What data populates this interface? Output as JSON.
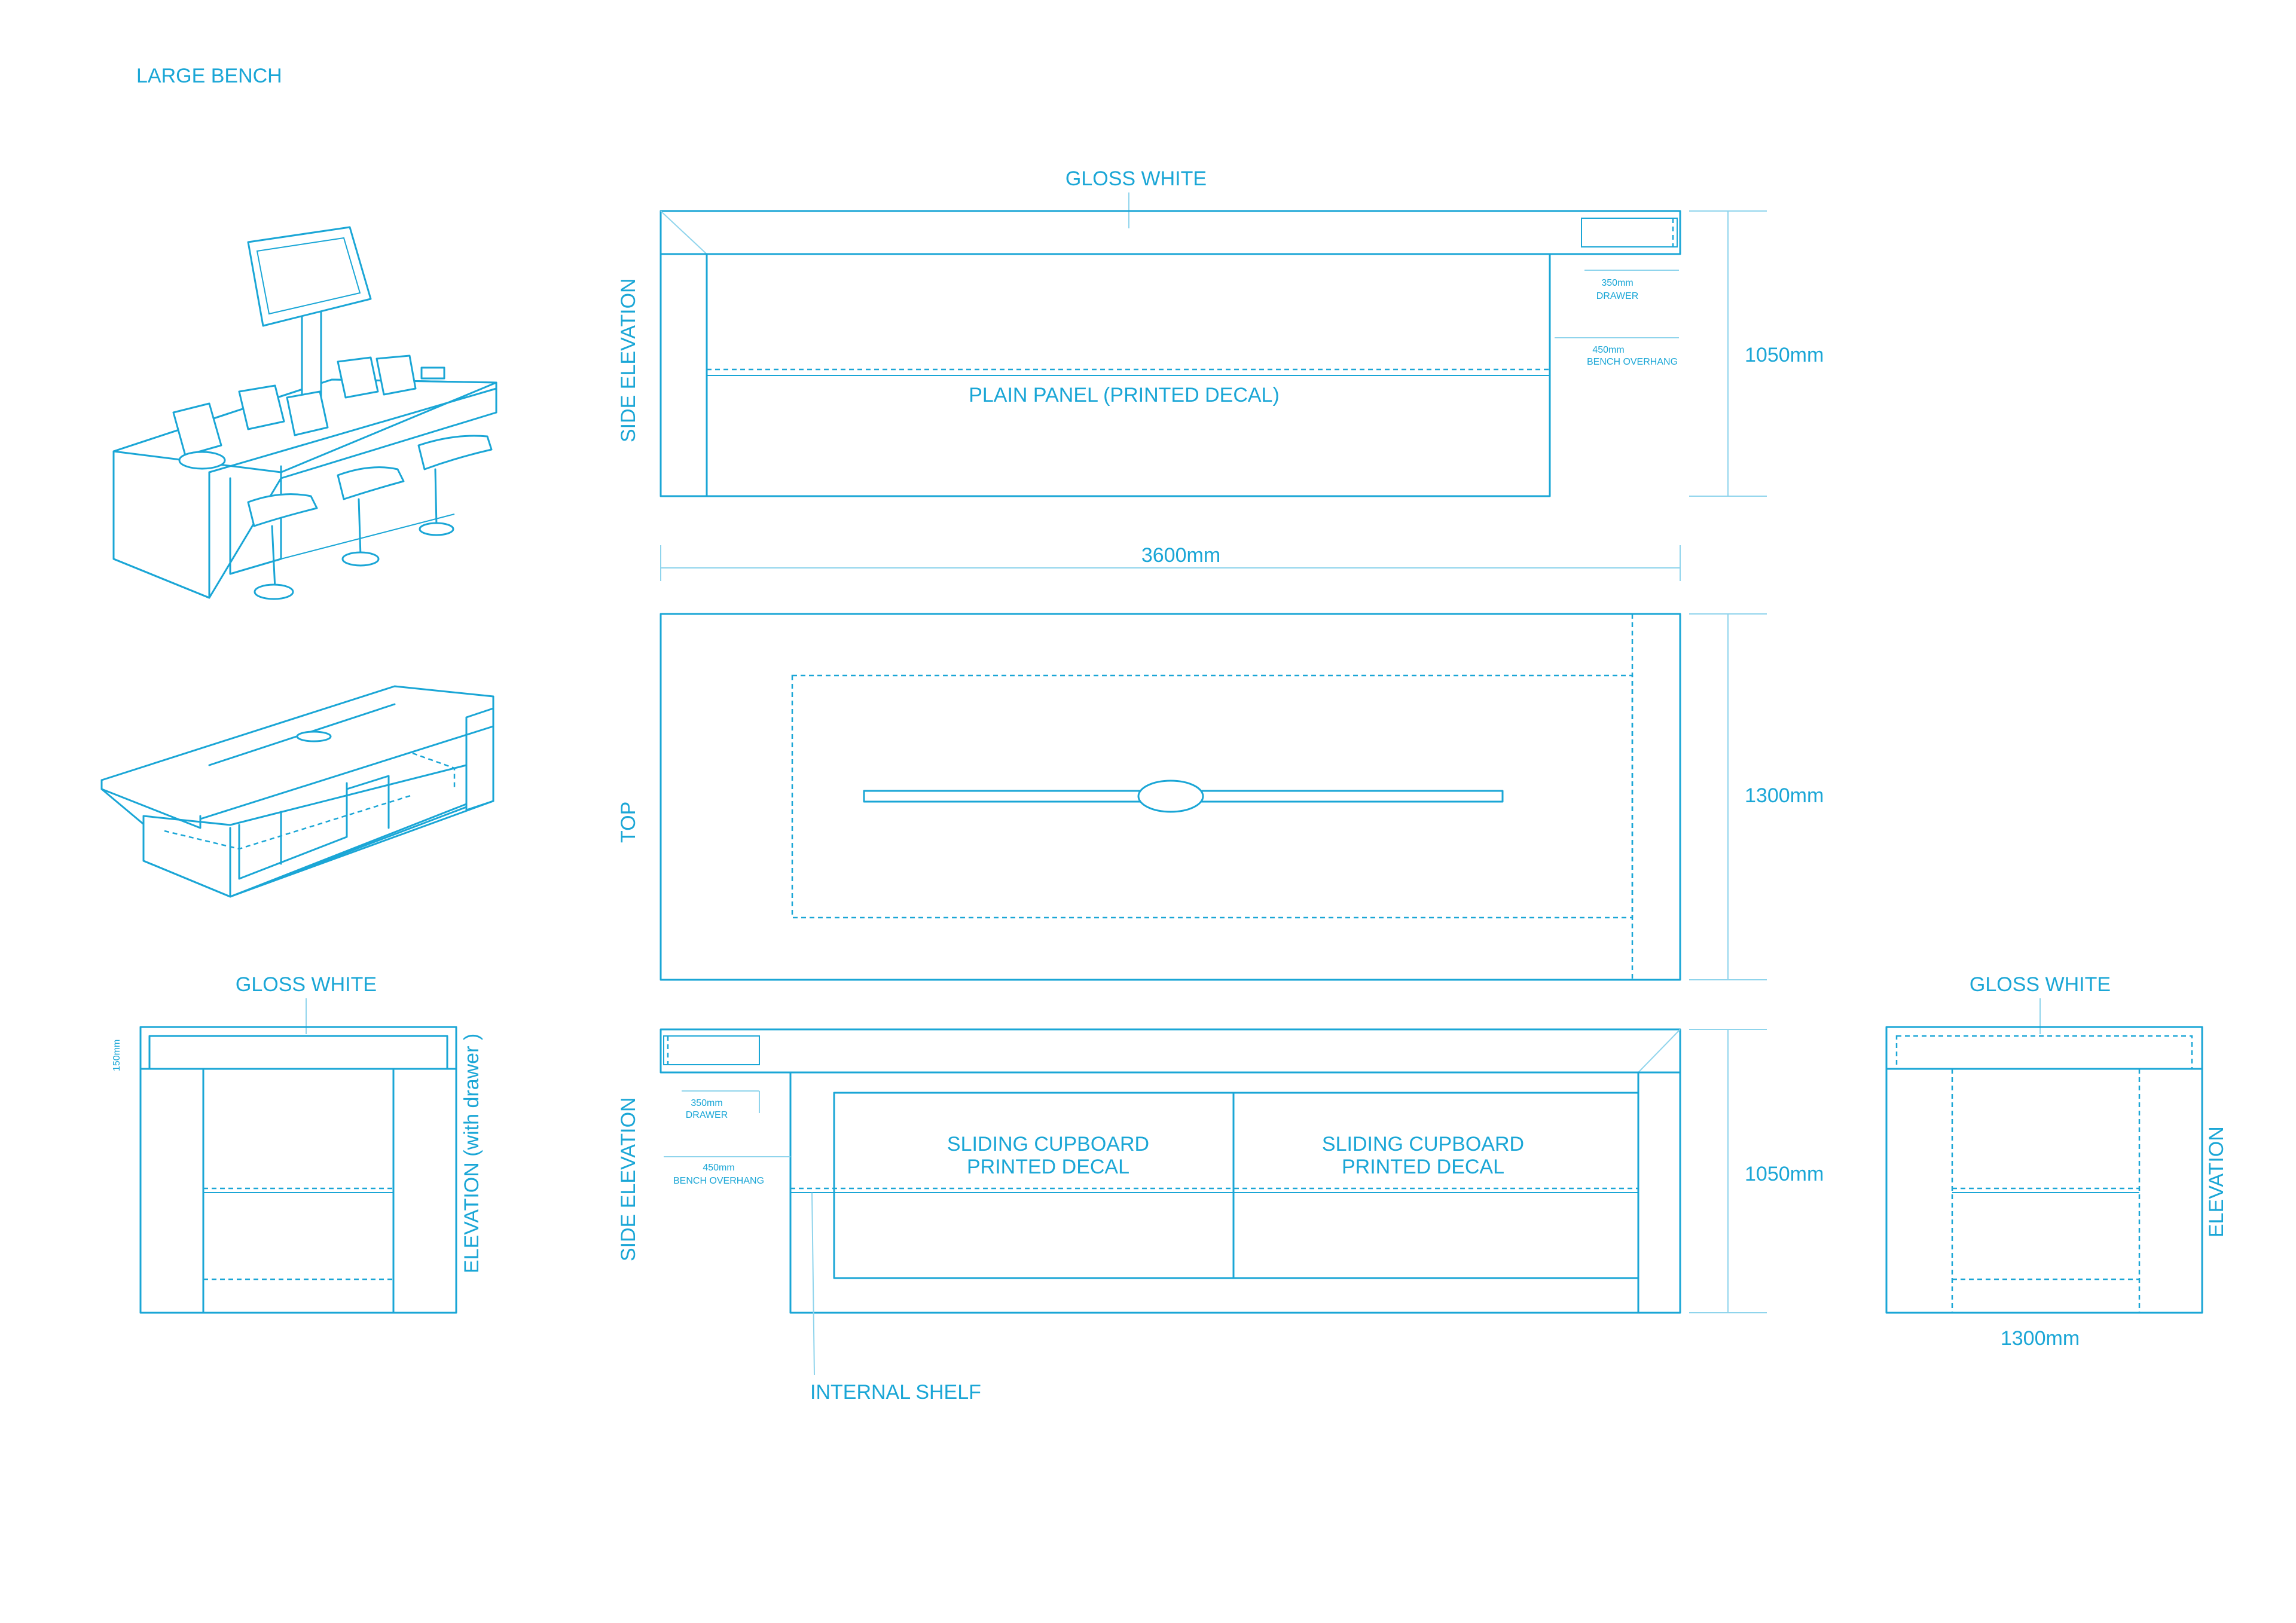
{
  "title": "LARGE BENCH",
  "colors": {
    "line": "#1aa6d6",
    "dimension": "#8fd4ec",
    "background": "#ffffff"
  },
  "side_elevation_top": {
    "view_label": "SIDE ELEVATION",
    "finish_label": "GLOSS WHITE",
    "panel_label": "PLAIN PANEL (PRINTED DECAL)",
    "drawer_note": {
      "size": "350mm",
      "name": "DRAWER"
    },
    "overhang_note": {
      "size": "450mm",
      "name": "BENCH OVERHANG"
    },
    "height_dim": "1050mm"
  },
  "top_view": {
    "view_label": "TOP",
    "width_dim": "3600mm",
    "depth_dim": "1300mm"
  },
  "side_elevation_bottom": {
    "view_label": "SIDE ELEVATION",
    "drawer_note": {
      "size": "350mm",
      "name": "DRAWER"
    },
    "overhang_note": {
      "size": "450mm",
      "name": "BENCH OVERHANG"
    },
    "cupboards": [
      {
        "line1": "SLIDING CUPBOARD",
        "line2": "PRINTED DECAL"
      },
      {
        "line1": "SLIDING CUPBOARD",
        "line2": "PRINTED DECAL"
      }
    ],
    "shelf_label": "INTERNAL SHELF",
    "height_dim": "1050mm"
  },
  "end_elevation_left": {
    "finish_label": "GLOSS WHITE",
    "view_label": "ELEVATION (with drawer )",
    "top_dim": "150mm"
  },
  "end_elevation_right": {
    "finish_label": "GLOSS WHITE",
    "view_label": "ELEVATION",
    "width_dim": "1300mm"
  }
}
